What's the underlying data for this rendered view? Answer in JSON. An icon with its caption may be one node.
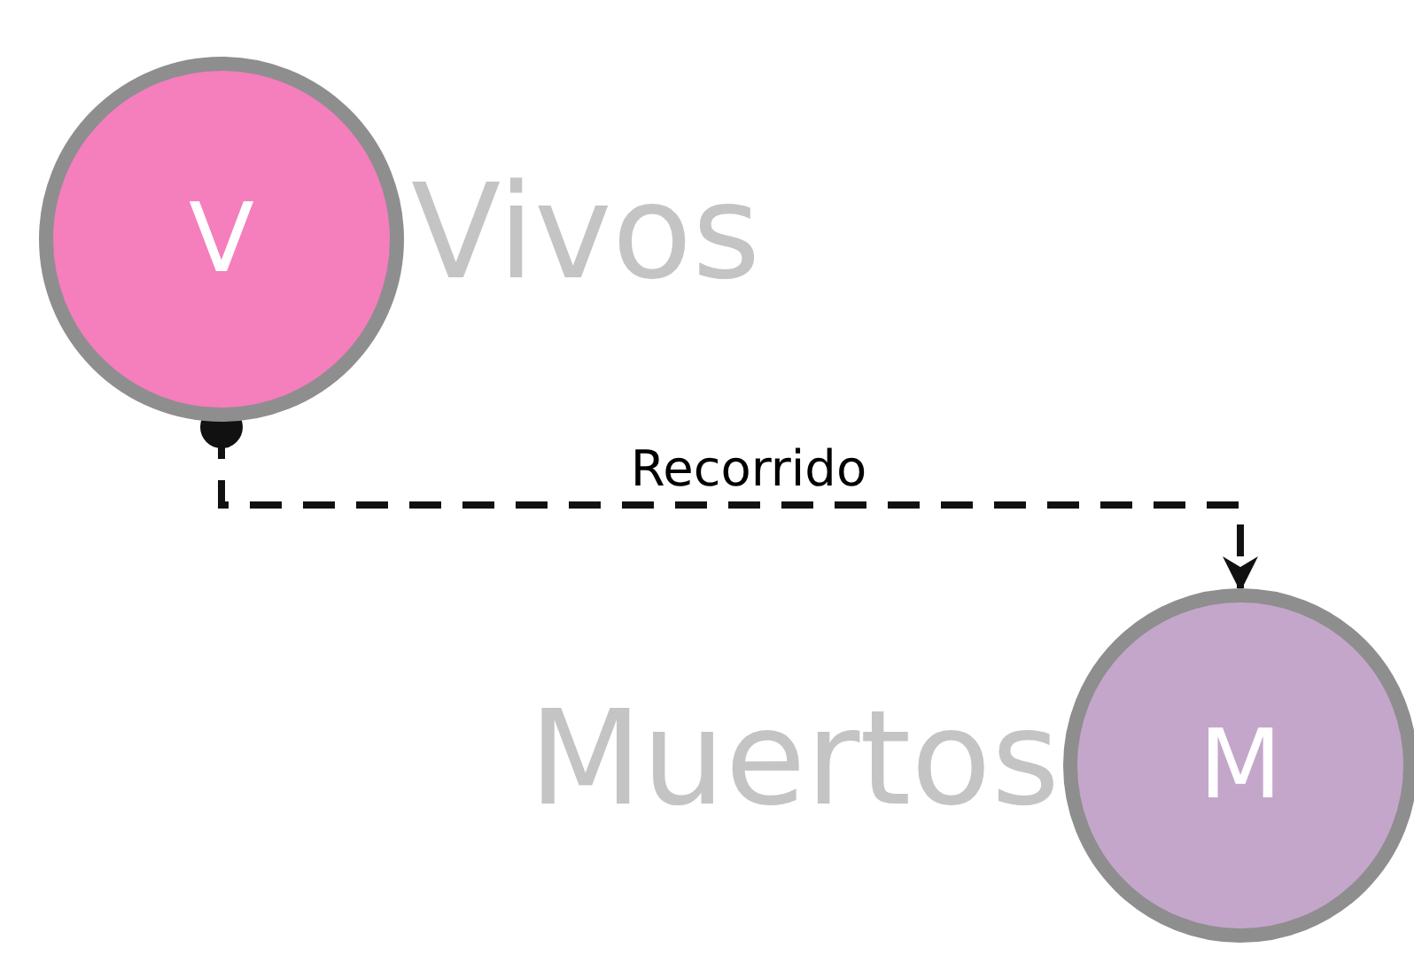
{
  "diagram": {
    "nodes": [
      {
        "text": [
          "V"
        ],
        "beside": [
          "Vivos"
        ]
      },
      {
        "text": [
          "M"
        ],
        "beside": [
          "Muertos"
        ]
      }
    ],
    "edges": [
      {
        "from": 0,
        "to": 1,
        "arrow": "to",
        "label": "Recorrido",
        "style": "dashed"
      }
    ]
  }
}
